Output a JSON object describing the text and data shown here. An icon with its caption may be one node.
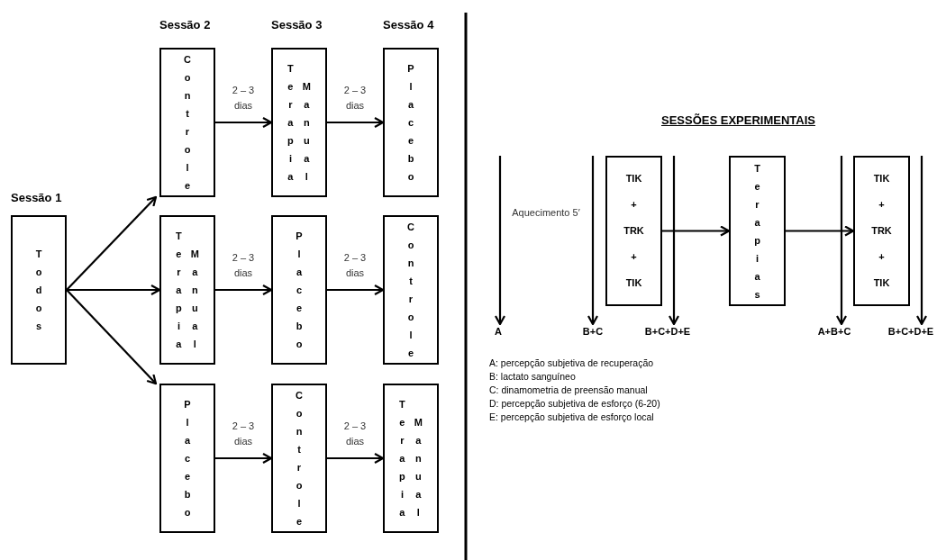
{
  "diagram": {
    "nodes": [
      {
        "text": [
          "Todos"
        ]
      },
      {
        "text": [
          "Controle"
        ]
      },
      {
        "text": [
          "Terapia",
          "Manual"
        ]
      },
      {
        "text": [
          "Placebo"
        ]
      },
      {
        "text": [
          "Terapia",
          "Manual"
        ]
      },
      {
        "text": [
          "Placebo"
        ]
      },
      {
        "text": [
          "Controle"
        ]
      },
      {
        "text": [
          "Placebo"
        ]
      },
      {
        "text": [
          "Controle"
        ]
      },
      {
        "text": [
          "Terapia",
          "Manual"
        ]
      },
      {
        "text": [
          "TIK + TRK + TIK"
        ]
      },
      {
        "text": [
          "Terapias"
        ]
      },
      {
        "text": [
          "TIK + TRK + TIK"
        ]
      },
      {
        "text": [
          "A"
        ]
      },
      {
        "text": [
          "B+C"
        ]
      },
      {
        "text": [
          "B+C+D+E"
        ]
      },
      {
        "text": [
          "A+B+C"
        ]
      },
      {
        "text": [
          "B+C+D+E"
        ]
      }
    ],
    "edges": [
      {
        "from": 0,
        "to": 1,
        "arrow": "to"
      },
      {
        "from": 0,
        "to": 4,
        "arrow": "to"
      },
      {
        "from": 0,
        "to": 7,
        "arrow": "to"
      },
      {
        "from": 1,
        "to": 2,
        "arrow": "to",
        "label": "2 – 3 dias"
      },
      {
        "from": 2,
        "to": 3,
        "arrow": "to",
        "label": "2 – 3 dias"
      },
      {
        "from": 4,
        "to": 5,
        "arrow": "to",
        "label": "2 – 3 dias"
      },
      {
        "from": 5,
        "to": 6,
        "arrow": "to",
        "label": "2 – 3 dias"
      },
      {
        "from": 7,
        "to": 8,
        "arrow": "to",
        "label": "2 – 3 dias"
      },
      {
        "from": 8,
        "to": 9,
        "arrow": "to",
        "label": "2 – 3 dias"
      },
      {
        "from": 10,
        "to": 11,
        "arrow": "to"
      },
      {
        "from": 11,
        "to": 12,
        "arrow": "to"
      },
      {
        "from": null,
        "to": 13,
        "arrow": "to"
      },
      {
        "from": null,
        "to": 14,
        "arrow": "to"
      },
      {
        "from": null,
        "to": 15,
        "arrow": "to"
      },
      {
        "from": null,
        "to": 16,
        "arrow": "to"
      },
      {
        "from": null,
        "to": 17,
        "arrow": "to"
      }
    ],
    "labels": [
      "Sessão 1",
      "Sessão 2",
      "Sessão 3",
      "Sessão 4",
      "SESSÕES EXPERIMENTAIS",
      "Aquecimento 5′",
      "A: percepção subjetiva de recuperação",
      "B: lactato sanguíneo",
      "C: dinamometria de preensão manual",
      "D: percepção subjetiva de esforço (6-20)",
      "E: percepção subjetiva de esforço local"
    ]
  }
}
